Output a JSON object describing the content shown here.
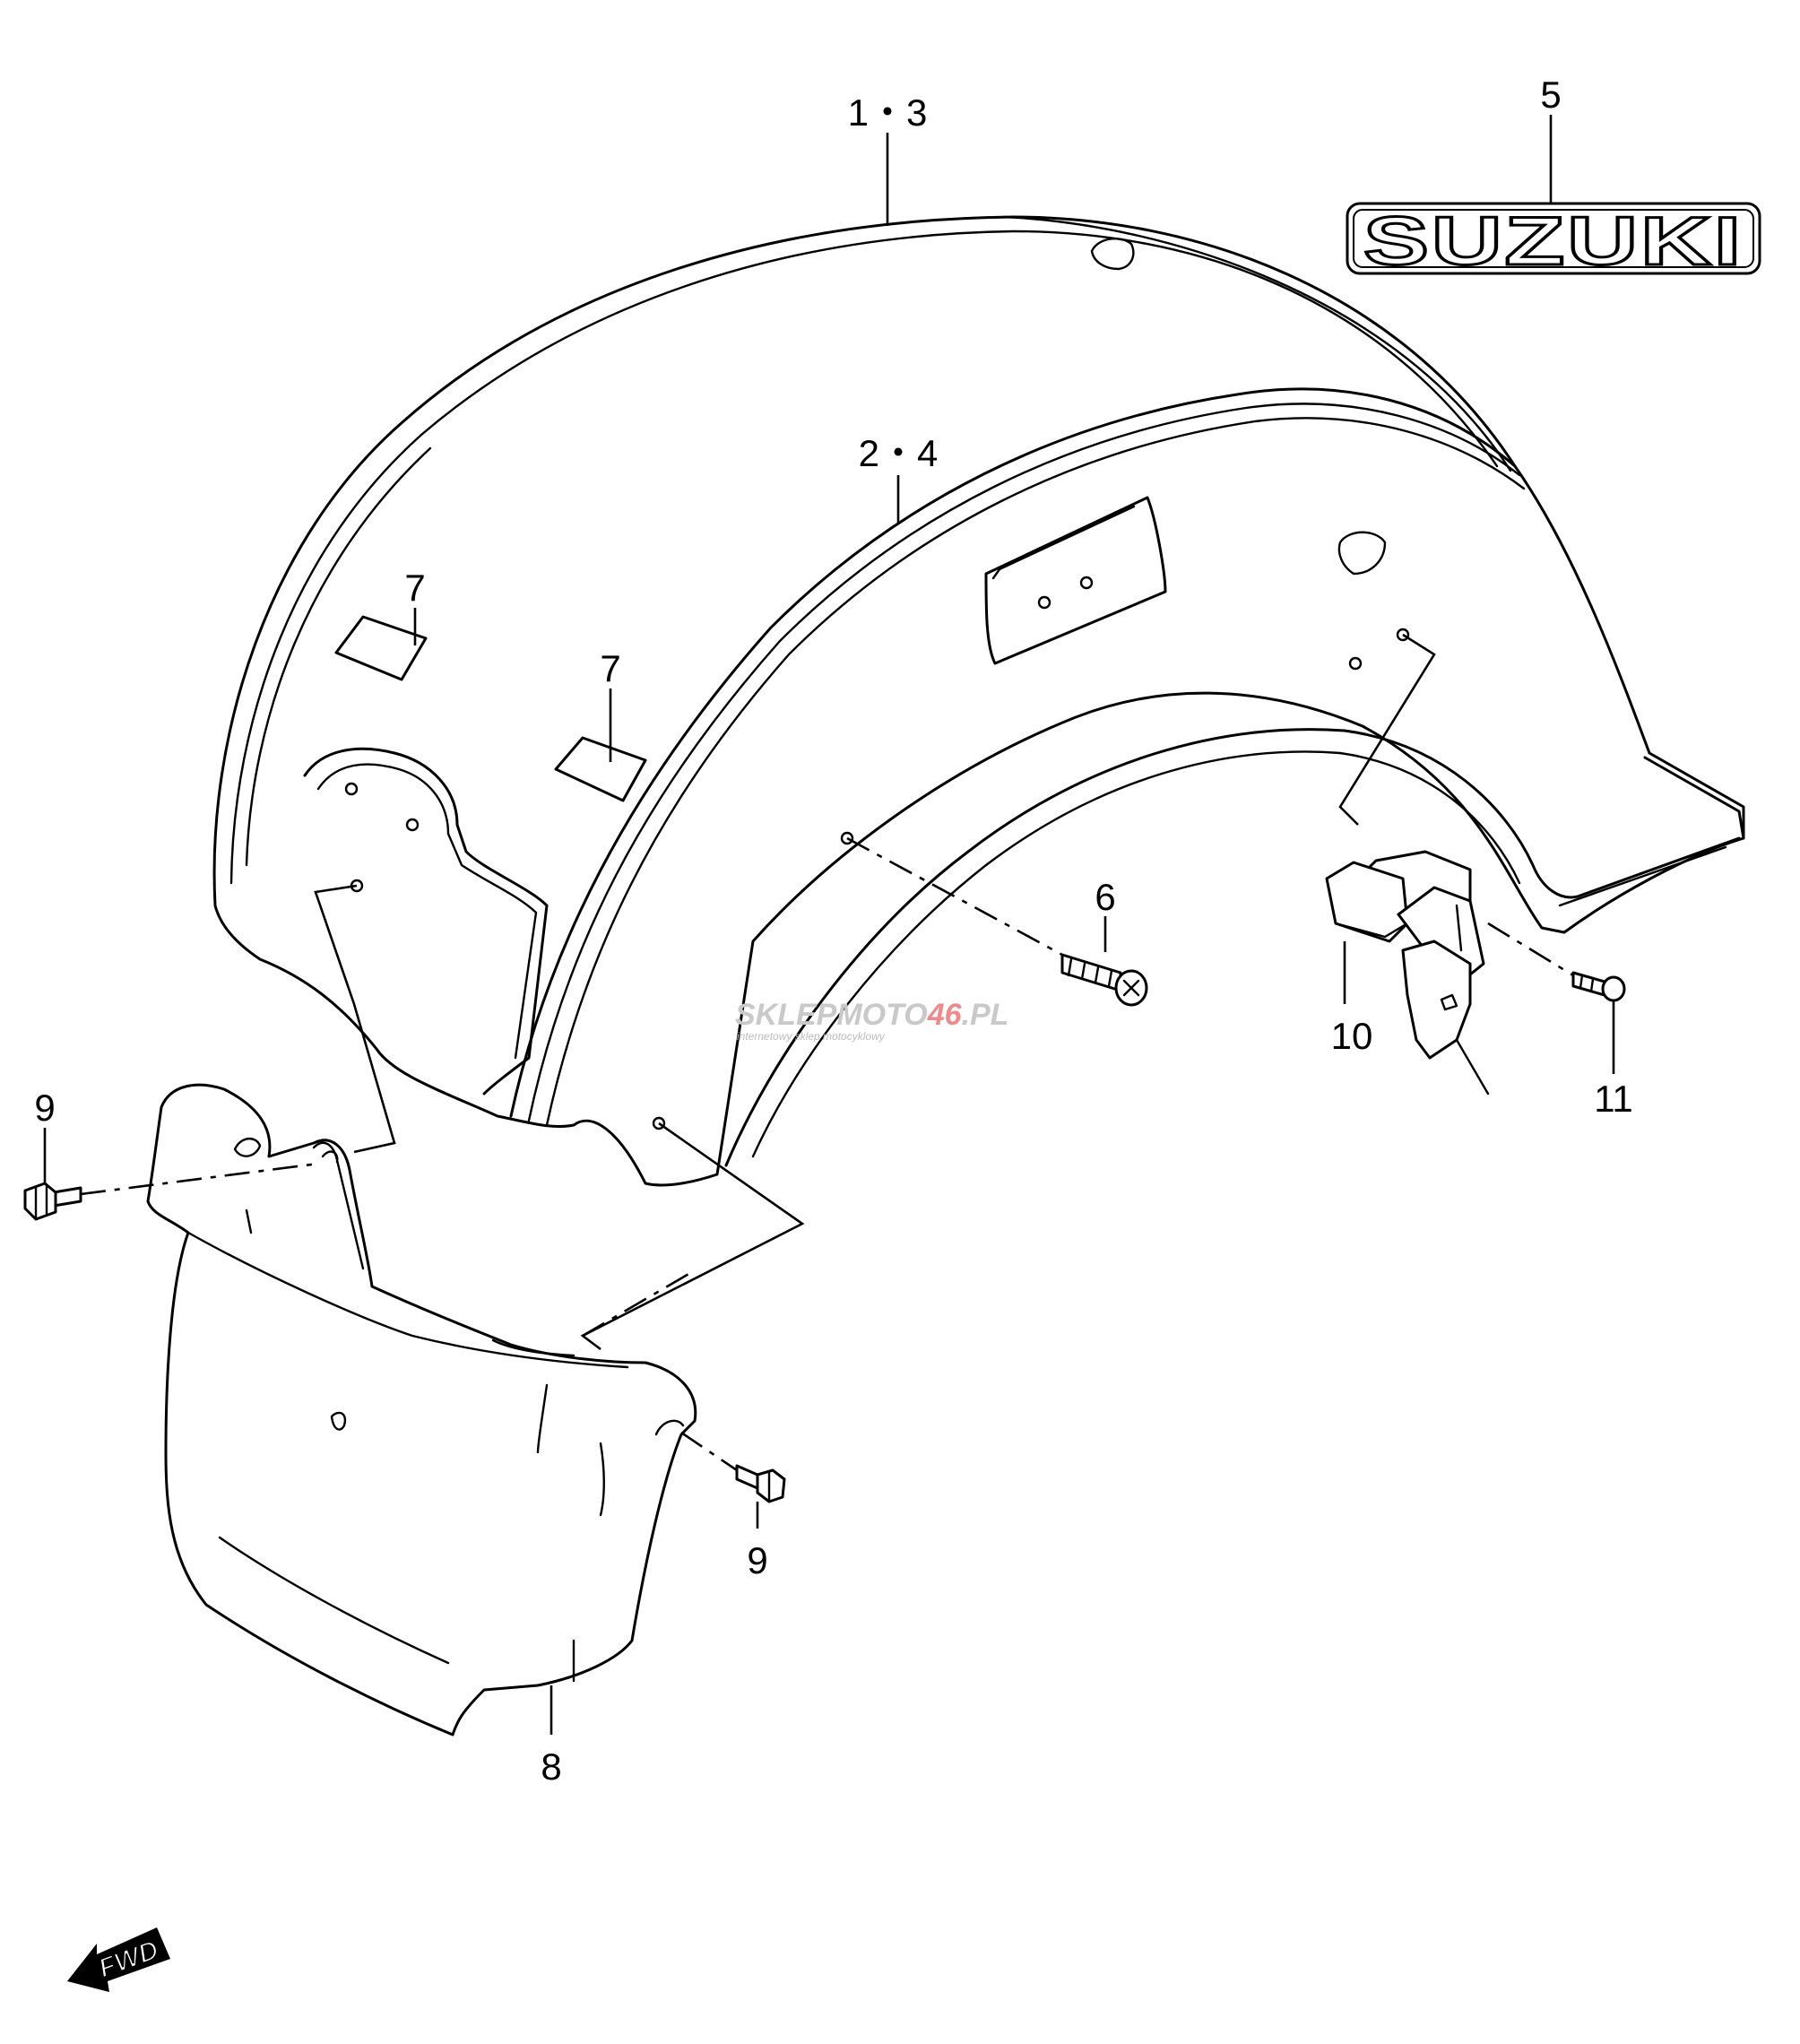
{
  "callouts": {
    "fender_outer": "1・3",
    "fender_inner": "2・4",
    "emblem": "5",
    "screw_center": "6",
    "label_left": "7",
    "label_right": "7",
    "side_cover": "8",
    "bolt_left": "9",
    "bolt_lower": "9",
    "cushion": "10",
    "screw_right": "11"
  },
  "emblem_text": "SUZUKI",
  "watermark": {
    "part1": "SKLEP",
    "part2": "MOTO",
    "part3": "46",
    "part4": ".PL",
    "tagline": "internetowy sklep motocyklowy"
  },
  "direction_label": "FWD"
}
